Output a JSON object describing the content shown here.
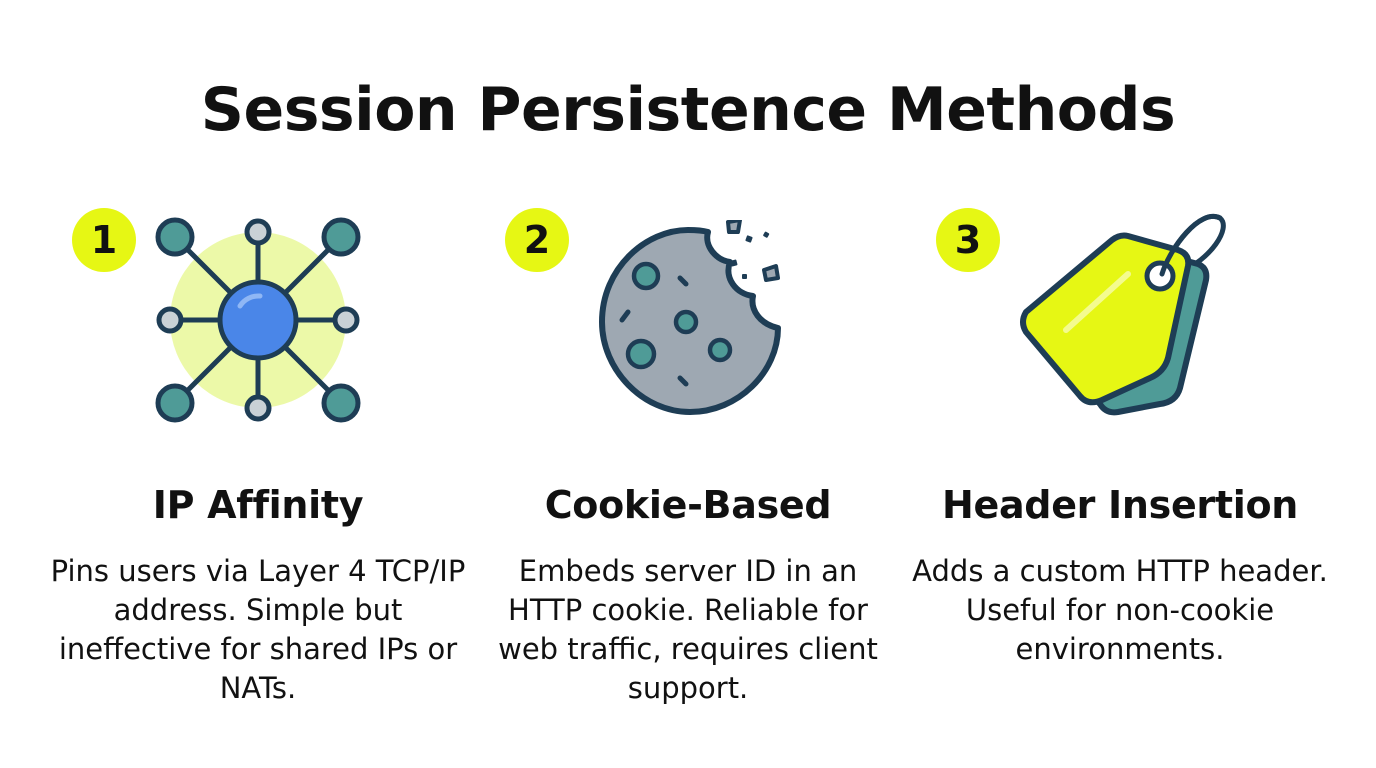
{
  "title": "Session Persistence Methods",
  "colors": {
    "accent": "#e6f714",
    "teal": "#4f9b97",
    "blue": "#4a86e8",
    "outline": "#1e3d55",
    "cookie": "#9ea8b2"
  },
  "methods": [
    {
      "number": "1",
      "icon": "network-hub-icon",
      "heading": "IP Affinity",
      "description": "Pins users via Layer 4 TCP/IP address. Simple but ineffective for shared IPs or NATs."
    },
    {
      "number": "2",
      "icon": "bitten-cookie-icon",
      "heading": "Cookie-Based",
      "description": "Embeds server ID in an HTTP cookie. Reliable for web traffic, requires client support."
    },
    {
      "number": "3",
      "icon": "tag-icon",
      "heading": "Header Insertion",
      "description": "Adds a custom HTTP header. Useful for non-cookie environments."
    }
  ]
}
